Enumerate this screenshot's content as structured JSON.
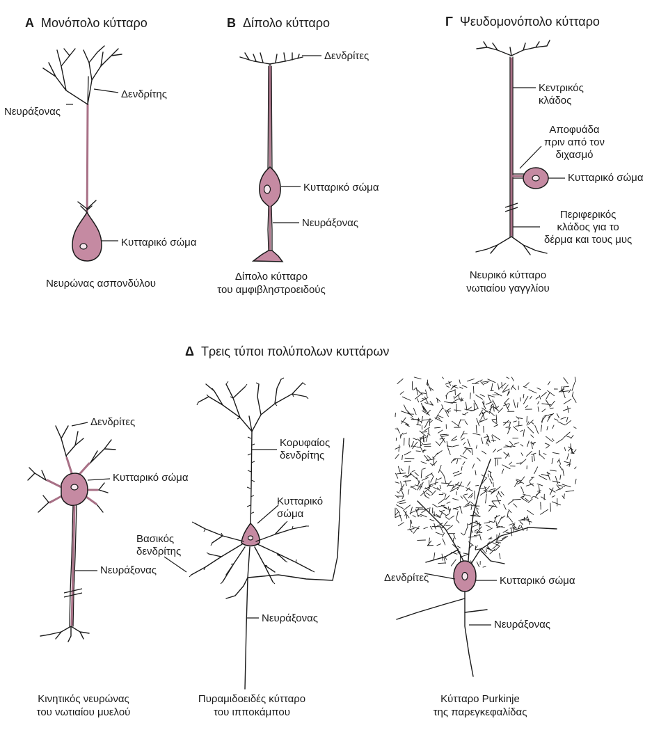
{
  "panels": {
    "a": {
      "letter": "Α",
      "title": "Μονόπολο κύτταρο",
      "labels": {
        "axon": "Νευράξονας",
        "dendrite": "Δενδρίτης",
        "soma": "Κυτταρικό σώμα"
      },
      "caption": "Νευρώνας ασπονδύλου"
    },
    "b": {
      "letter": "Β",
      "title": "Δίπολο κύτταρο",
      "labels": {
        "dendrites": "Δενδρίτες",
        "soma": "Κυτταρικό σώμα",
        "axon": "Νευράξονας"
      },
      "caption_line1": "Δίπολο κύτταρο",
      "caption_line2": "του αμφιβληστροειδούς"
    },
    "c": {
      "letter": "Γ",
      "title": "Ψευδομονόπολο κύτταρο",
      "labels": {
        "central_branch": "Κεντρικός\nκλάδος",
        "stem": "Αποφυάδα\nπριν από τον\nδιχασμό",
        "soma": "Κυτταρικό σώμα",
        "peripheral_branch": "Περιφερικός\nκλάδος για το\nδέρμα και τους μυς"
      },
      "caption_line1": "Νευρικό κύτταρο",
      "caption_line2": "νωτιαίου γαγγλίου"
    },
    "d": {
      "letter": "Δ",
      "title": "Τρεις τύποι πολύπολων κυττάρων",
      "motor": {
        "labels": {
          "dendrites": "Δενδρίτες",
          "soma": "Κυτταρικό σώμα",
          "axon": "Νευράξονας"
        },
        "caption_line1": "Κινητικός νευρώνας",
        "caption_line2": "του νωτιαίου μυελού"
      },
      "pyramidal": {
        "labels": {
          "apical": "Κορυφαίος\nδενδρίτης",
          "soma": "Κυτταρικό\nσώμα",
          "basal": "Βασικός\nδενδρίτης",
          "axon": "Νευράξονας"
        },
        "caption_line1": "Πυραμιδοειδές κύτταρο",
        "caption_line2": "του ιπποκάμπου"
      },
      "purkinje": {
        "labels": {
          "dendrites": "Δενδρίτες",
          "soma": "Κυτταρικό σώμα",
          "axon": "Νευράξονας"
        },
        "caption_line1": "Κύτταρο Purkinje",
        "caption_line2": "της παρεγκεφαλίδας"
      }
    }
  },
  "colors": {
    "soma_fill": "#c58aa2",
    "process_fill": "#a87086",
    "line": "#1a1a1a"
  }
}
